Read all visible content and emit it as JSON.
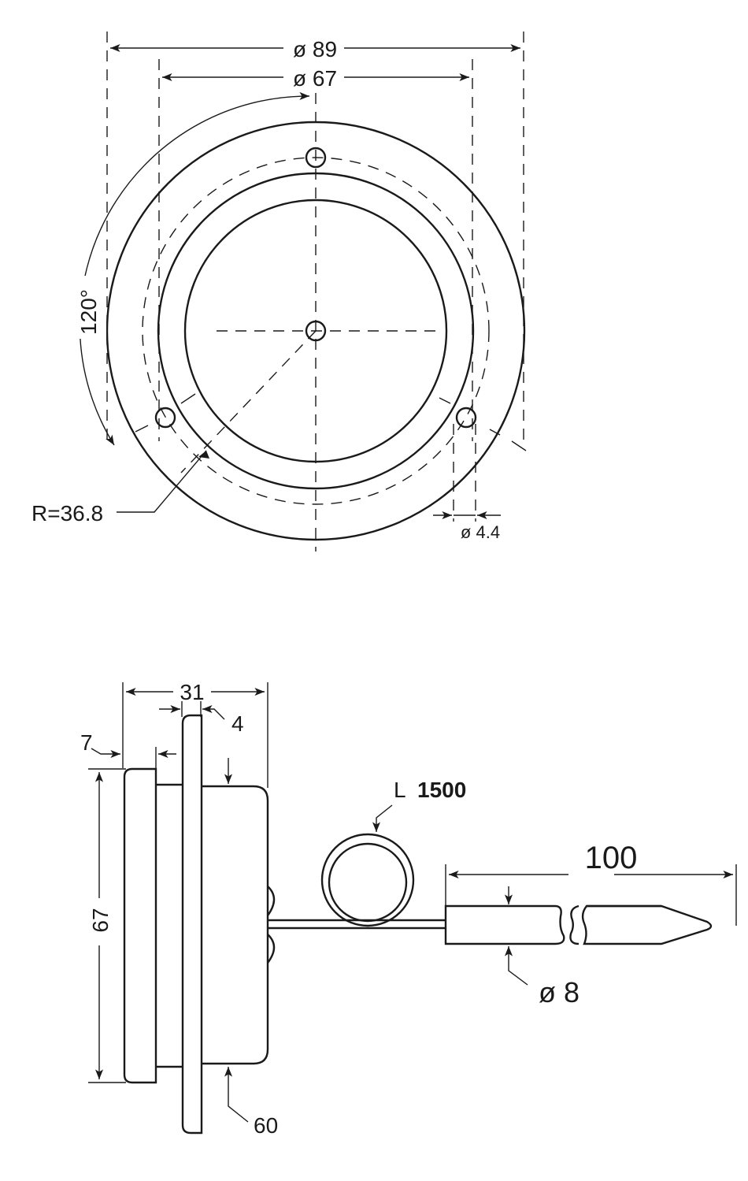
{
  "drawing": {
    "top_view": {
      "dim_outer_diameter": "ø 89",
      "dim_bolt_span": "ø 67",
      "dim_angle": "120°",
      "dim_radius": "R=36.8",
      "dim_hole_diameter": "ø 4.4"
    },
    "side_view": {
      "dim_total_depth": "31",
      "dim_flange_thickness": "4",
      "dim_bezel_depth": "7",
      "dim_bezel_height": "67",
      "dim_body_diameter": "60",
      "dim_capillary_prefix": "L",
      "dim_capillary_length": "1500",
      "dim_probe_length": "100",
      "dim_probe_diameter": "ø 8"
    }
  },
  "colors": {
    "line": "#1a1a1a",
    "background": "#ffffff"
  }
}
